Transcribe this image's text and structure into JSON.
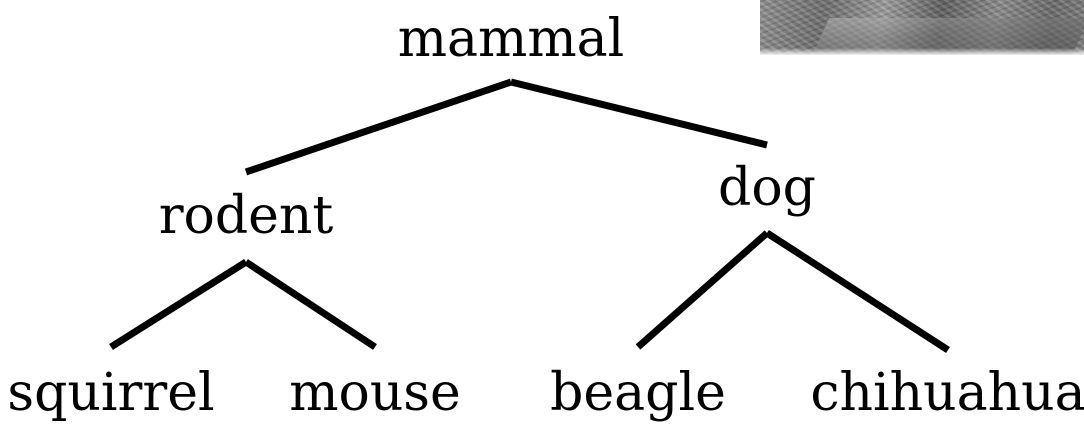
{
  "tree": {
    "root": "mammal",
    "level1": [
      "rodent",
      "dog"
    ],
    "rodent_children": [
      "squirrel",
      "mouse"
    ],
    "dog_children": [
      "beagle",
      "chihuahua"
    ]
  },
  "colors": {
    "ink": "#000000",
    "background": "#ffffff"
  }
}
